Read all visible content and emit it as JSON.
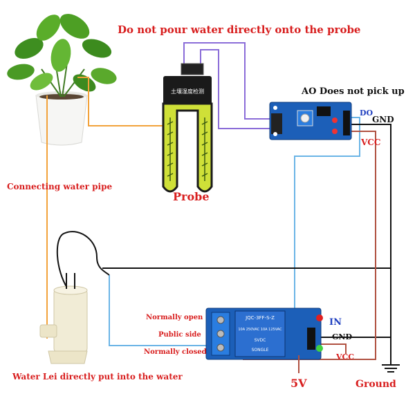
{
  "colors": {
    "red_text": "#d81e1e",
    "black_text": "#111111",
    "blue_text": "#2040c0",
    "wire_orange": "#f2a23a",
    "wire_purple": "#8a6cd8",
    "wire_blue": "#6ab4e6",
    "wire_black": "#111111",
    "wire_brown": "#b05040",
    "module_blue": "#1c5fb8",
    "probe_green": "#cfe038"
  },
  "labels": {
    "warning": "Do not pour water directly onto the probe",
    "ao_note": "AO Does not pick up",
    "sensor_gnd": "GND",
    "sensor_vcc": "VCC",
    "sensor_do": "DO",
    "probe": "Probe",
    "probe_chip_text": "土壤湿度检测",
    "water_pipe": "Connecting water pipe",
    "pump": "Water Lei directly put into the water",
    "normally_open": "Normally open",
    "public_side": "Public side",
    "normally_closed": "Normally closed",
    "relay_in": "IN",
    "relay_gnd": "GND",
    "relay_vcc": "VCC",
    "five_v": "5V",
    "ground": "Ground",
    "relay_text1": "JQC-3FF-S-Z",
    "relay_text2": "10A 250VAC 10A 125VAC",
    "relay_text3": "SVDC",
    "relay_brand": "SONGLE"
  }
}
